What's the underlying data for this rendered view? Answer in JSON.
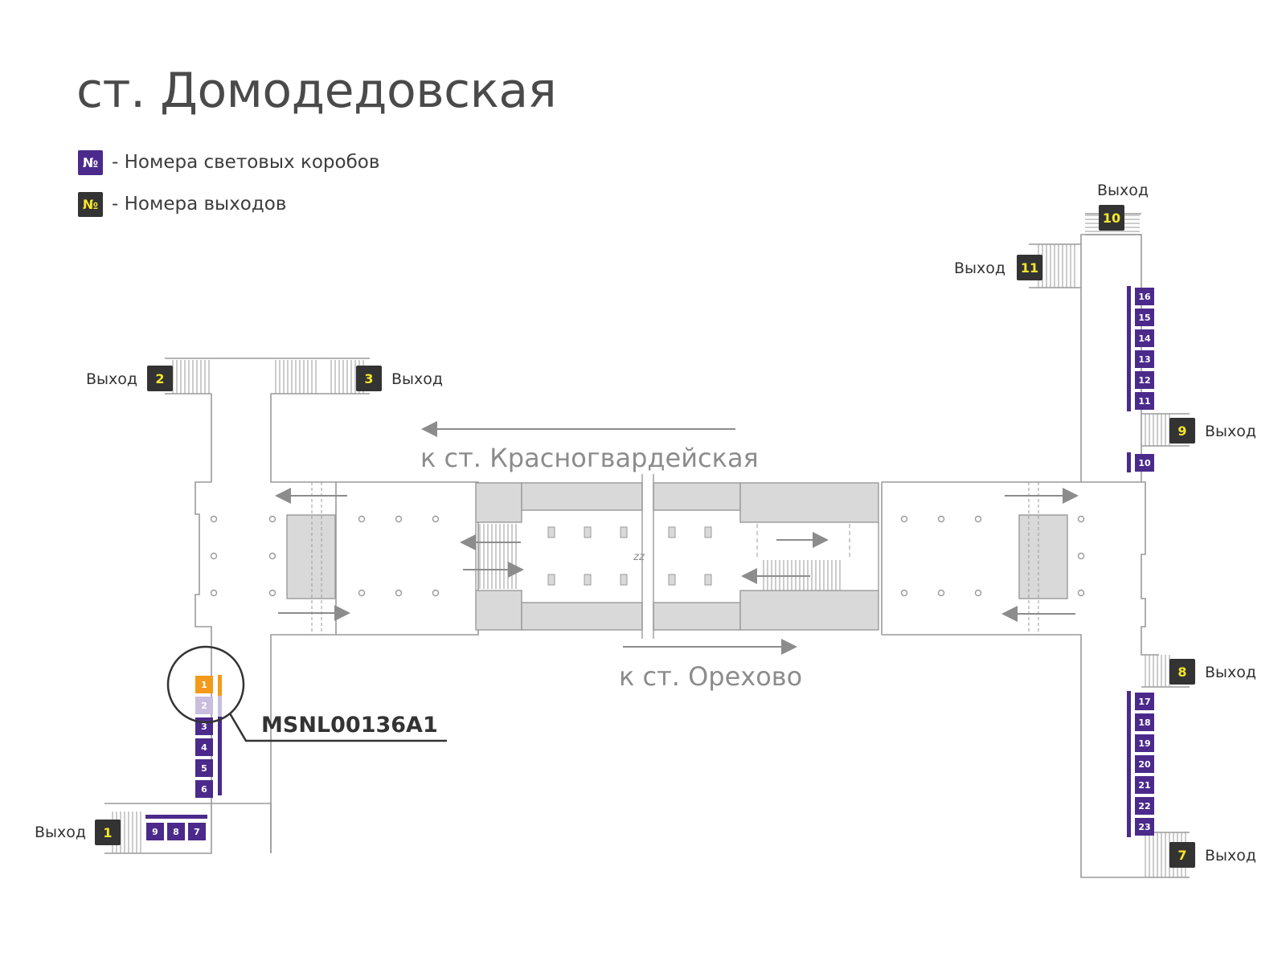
{
  "title": "ст. Домодедовская",
  "legend": [
    {
      "symbol": "№",
      "text": "- Номера световых коробов",
      "bg": "#4b2a8c",
      "fg": "#ffffff"
    },
    {
      "symbol": "№",
      "text": "- Номера выходов",
      "bg": "#333333",
      "fg": "#f5e62a"
    }
  ],
  "colors": {
    "lightbox": "#4b2a8c",
    "lightbox_selected": "#f39a1a",
    "lightbox_faded": "#c9bede",
    "exit_badge": "#333333",
    "exit_number": "#f5e62a",
    "wall": "#9a9a9a",
    "block_fill": "#d9d9d9"
  },
  "exit_word": "Выход",
  "exits": [
    "1",
    "2",
    "3",
    "7",
    "8",
    "9",
    "10",
    "11"
  ],
  "lightboxes": {
    "left_vertical": [
      "1",
      "2",
      "3",
      "4",
      "5",
      "6"
    ],
    "left_horizontal": [
      "9",
      "8",
      "7"
    ],
    "right_upper": [
      "16",
      "15",
      "14",
      "13",
      "12",
      "11"
    ],
    "right_mid": [
      "10"
    ],
    "right_lower": [
      "17",
      "18",
      "19",
      "20",
      "21",
      "22",
      "23"
    ]
  },
  "selected_lightbox": "1",
  "faded_lightbox": "2",
  "directions": {
    "top": "к ст. Красногвардейская",
    "bottom": "к ст. Орехово"
  },
  "callout_code": "MSNL00136A1",
  "zz_mark": "zz"
}
